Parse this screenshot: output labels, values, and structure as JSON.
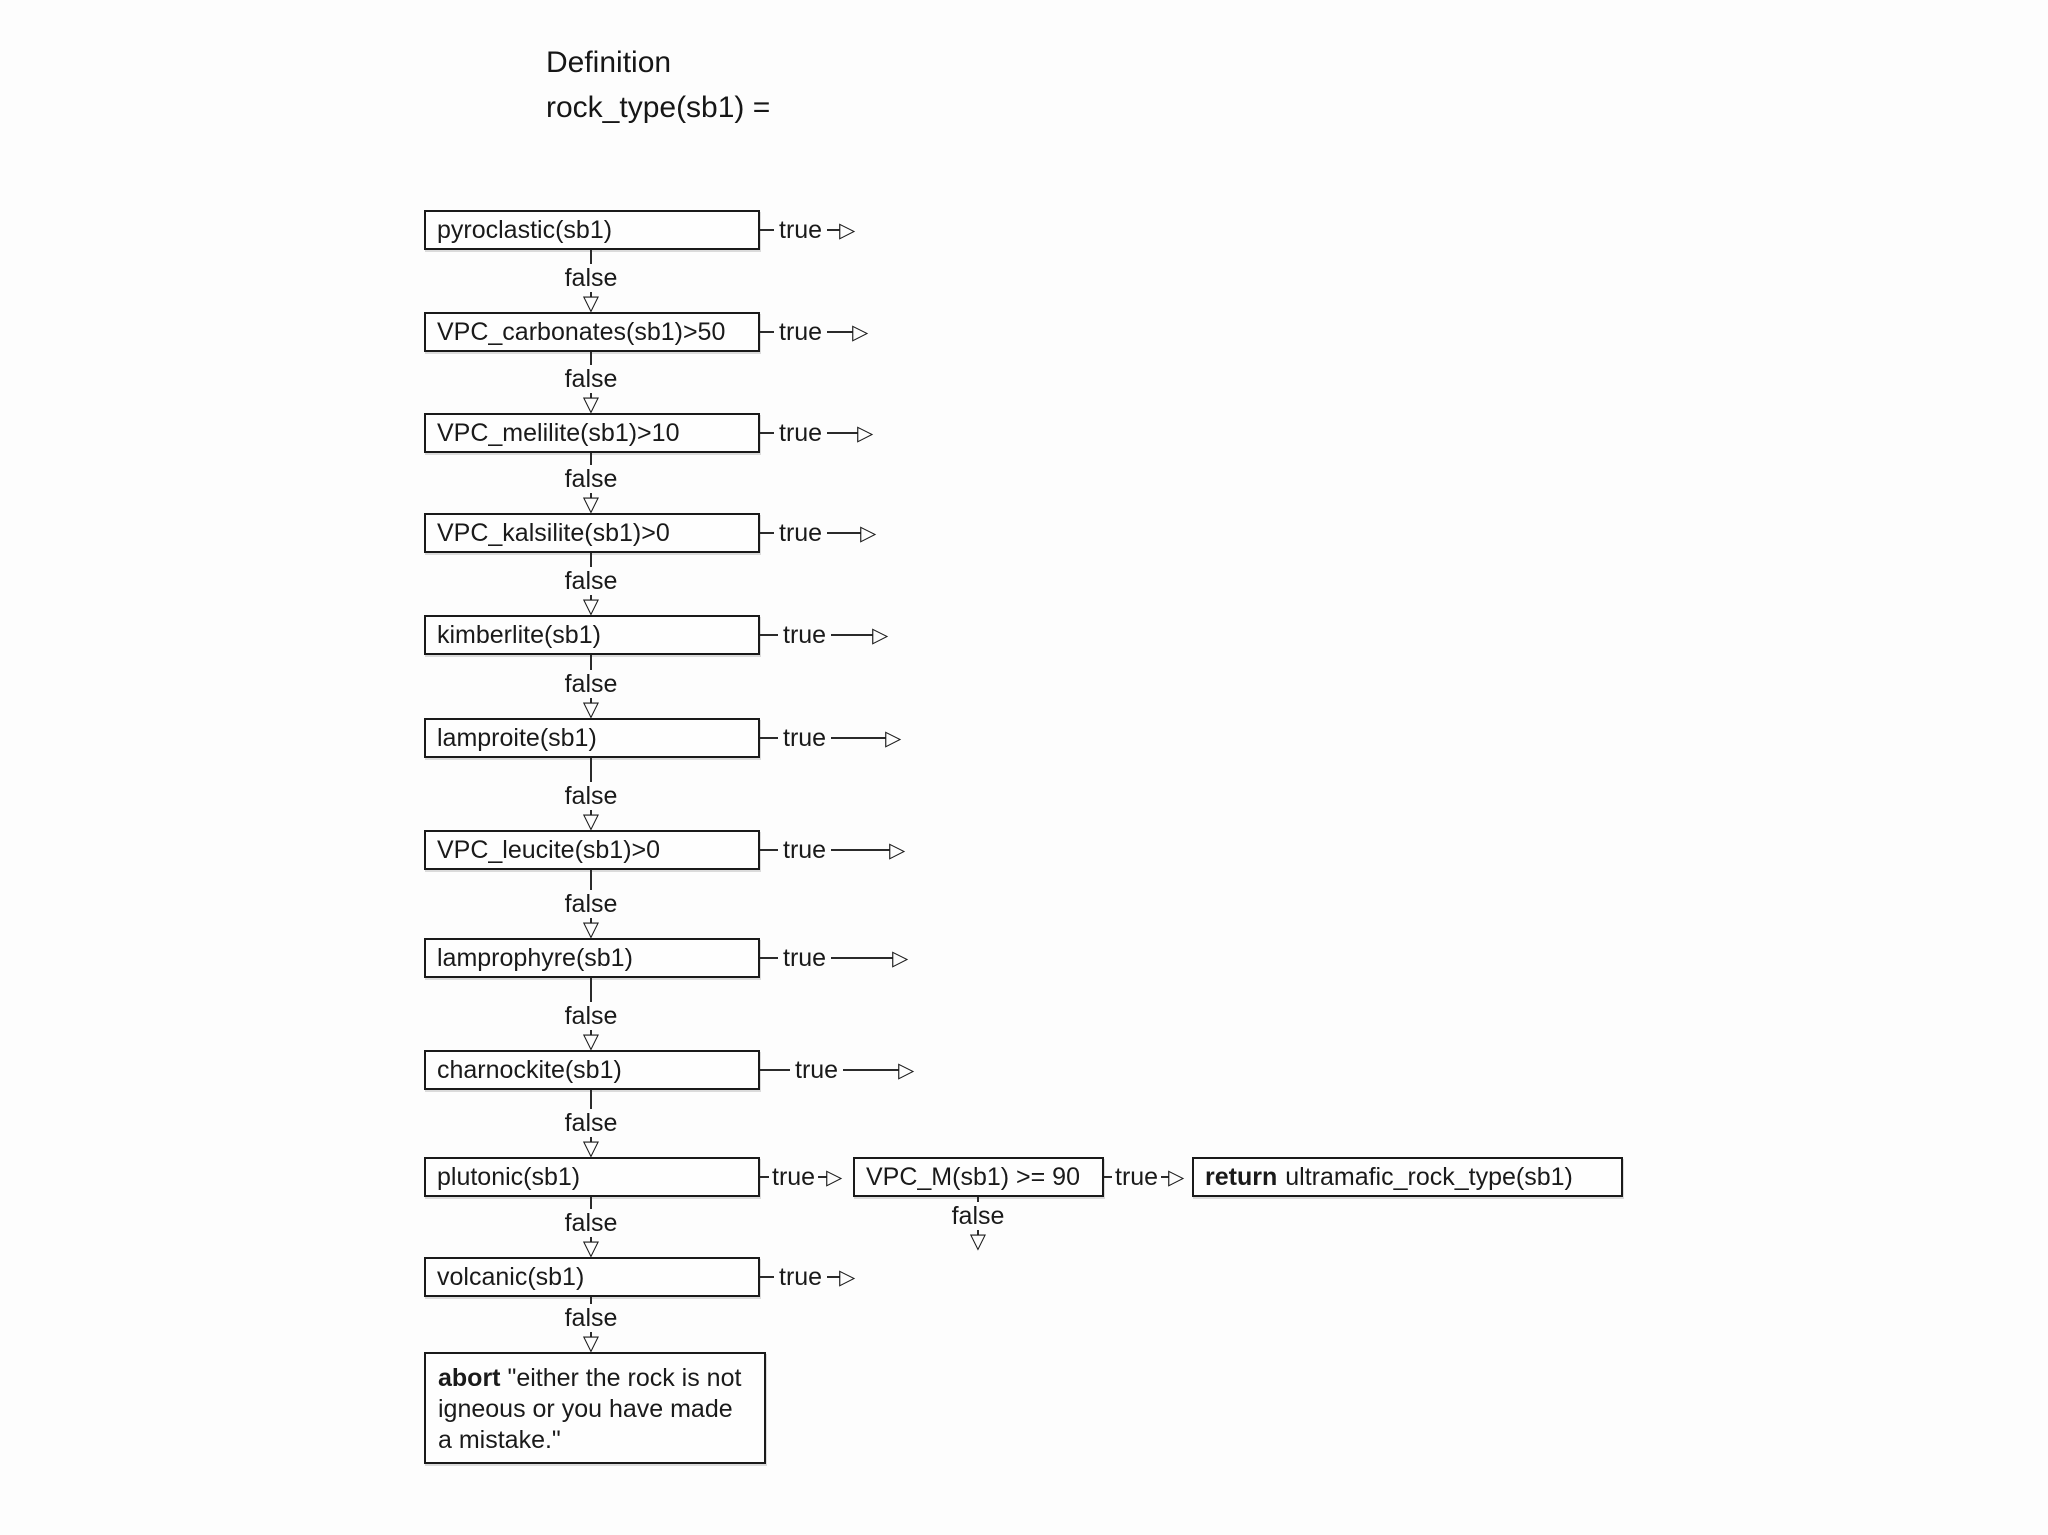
{
  "title": {
    "line1": "Definition",
    "line2": "rock_type(sb1) ="
  },
  "connector_labels": {
    "true_label": "true",
    "false_label": "false"
  },
  "icons": {
    "arrow_right": "▷",
    "arrow_down": "▽"
  },
  "nodes": [
    {
      "label": "pyroclastic(sb1)"
    },
    {
      "label": "VPC_carbonates(sb1)>50"
    },
    {
      "label": "VPC_melilite(sb1)>10"
    },
    {
      "label": "VPC_kalsilite(sb1)>0"
    },
    {
      "label": "kimberlite(sb1)"
    },
    {
      "label": "lamproite(sb1)"
    },
    {
      "label": "VPC_leucite(sb1)>0"
    },
    {
      "label": "lamprophyre(sb1)"
    },
    {
      "label": "charnockite(sb1)"
    },
    {
      "label": "plutonic(sb1)"
    },
    {
      "label": "volcanic(sb1)"
    }
  ],
  "m_branch": {
    "condition": "VPC_M(sb1) >= 90",
    "return_keyword": "return",
    "return_value": "ultramafic_rock_type(sb1)"
  },
  "abort_node": {
    "keyword": "abort",
    "message": "\"either the rock is not igneous or you have made a mistake.\""
  }
}
